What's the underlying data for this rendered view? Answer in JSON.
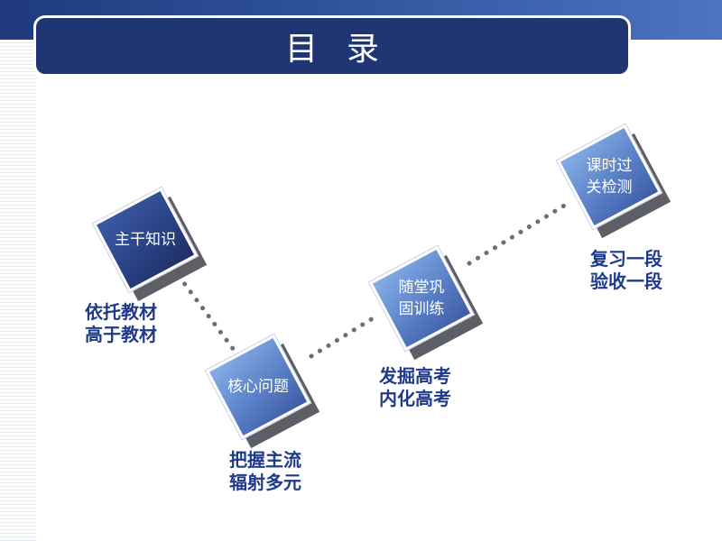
{
  "title": "目录",
  "nodes": [
    {
      "label": "主干知识",
      "caption": [
        "依托教材",
        "高于教材"
      ]
    },
    {
      "label": "核心问题",
      "caption": [
        "把握主流",
        "辐射多元"
      ]
    },
    {
      "label": "随堂巩固训练",
      "label_lines": [
        "随堂巩",
        "固训练"
      ],
      "caption": [
        "发掘高考",
        "内化高考"
      ]
    },
    {
      "label": "课时过关检测",
      "label_lines": [
        "课时过",
        "关检测"
      ],
      "caption": [
        "复习一段",
        "验收一段"
      ]
    }
  ],
  "colors": {
    "title_bg": "#203574",
    "caption_text": "#1f3a8a",
    "band": "#2d4f99"
  }
}
